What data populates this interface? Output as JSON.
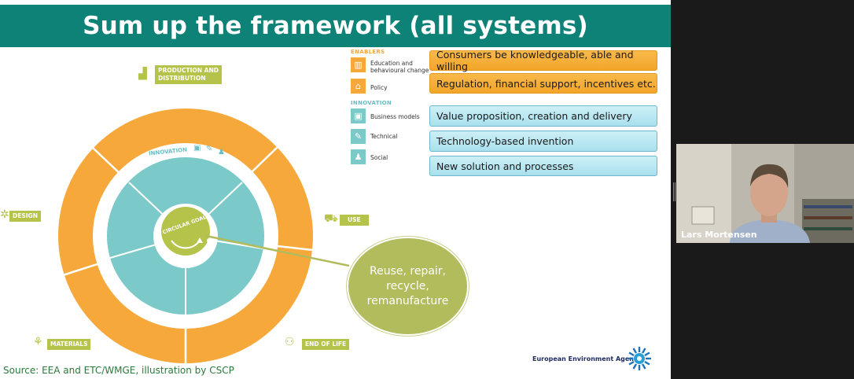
{
  "slide": {
    "title": "Sum up the framework (all systems)",
    "diagram": {
      "stage_labels": {
        "production": [
          "PRODUCTION AND",
          "DISTRIBUTION"
        ],
        "design": "DESIGN",
        "use": "USE",
        "materials": "MATERIALS",
        "end_of_life": "END OF LIFE"
      },
      "ring_labels": {
        "enablers": "ENABLERS",
        "innovation": "INNOVATION",
        "center": "CIRCULAR GOALS"
      }
    },
    "legend": {
      "enablers_head": "ENABLERS",
      "innovation_head": "INNOVATION",
      "items": {
        "education": [
          "Education and",
          "behavioural change"
        ],
        "policy": "Policy",
        "business": "Business models",
        "technical": "Technical",
        "social": "Social"
      }
    },
    "boxes": {
      "consumers": "Consumers be knowledgeable, able and willing",
      "regulation": "Regulation, financial support, incentives etc.",
      "value": "Value proposition, creation and delivery",
      "technology": "Technology-based invention",
      "solutions": "New solution and processes"
    },
    "bubble": [
      "Reuse, repair,",
      "recycle,",
      "remanufacture"
    ],
    "source": "Source: EEA and ETC/WMGE, illustration by CSCP",
    "agency": "European Environment Agency"
  },
  "webcam": {
    "name": "Lars Mortensen"
  },
  "colors": {
    "title_bg": "#0e8277",
    "orange": "#f6a83a",
    "teal": "#7cc9c9",
    "green": "#b6c34a"
  }
}
